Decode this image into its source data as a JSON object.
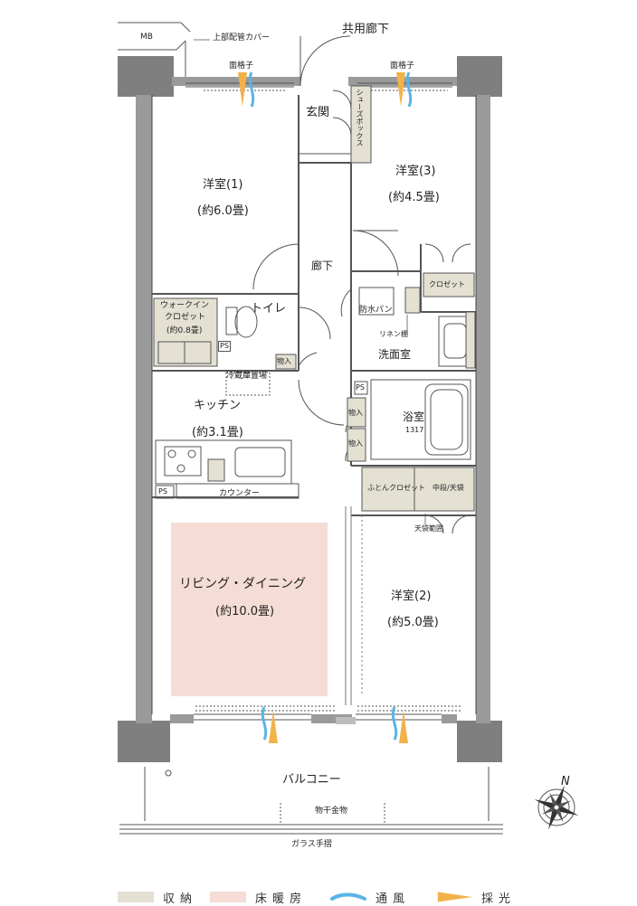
{
  "labels": {
    "mb": "MB",
    "pipe_cover": "上部配管カバー",
    "common_corridor": "共用廊下",
    "grille_left": "面格子",
    "grille_right": "面格子",
    "entrance": "玄関",
    "shoe_box": "シューズボックス",
    "room1_name": "洋室(1)",
    "room1_size": "(約6.0畳)",
    "room3_name": "洋室(3)",
    "room3_size": "(約4.5畳)",
    "hallway": "廊下",
    "closet": "クロゼット",
    "wic_name_1": "ウォークイン",
    "wic_name_2": "クロゼット",
    "wic_size": "(約0.8畳)",
    "ps_wic": "PS",
    "toilet": "トイレ",
    "waterproof_pan": "防水パン",
    "linen": "リネン棚",
    "washroom": "洗面室",
    "storage_a": "物入",
    "fridge": "冷蔵庫置場",
    "ps_bath": "PS",
    "bath": "浴室",
    "bath_size": "1317",
    "storage_b": "物入",
    "storage_c": "物入",
    "kitchen_name": "キッチン",
    "kitchen_size": "(約3.1畳)",
    "futon_closet": "ふとんクロゼット",
    "futon_shelf": "中段/天袋",
    "ps_kitchen": "PS",
    "counter": "カウンター",
    "tenbukuro": "天袋範囲",
    "living_name": "リビング・ダイニング",
    "living_size": "(約10.0畳)",
    "room2_name": "洋室(2)",
    "room2_size": "(約5.0畳)",
    "balcony": "バルコニー",
    "clothes_pole": "物干金物",
    "glass_rail": "ガラス手摺",
    "north": "N"
  },
  "legend": [
    {
      "label": "収納",
      "color": "#e4e1d3"
    },
    {
      "label": "床暖房",
      "color": "#f5dcd4"
    },
    {
      "label": "通風",
      "color": "#5ab4e6"
    },
    {
      "label": "採光",
      "color": "#f2b24a"
    }
  ],
  "colors": {
    "wall": "#9a9a9a",
    "column": "#7f7f7f",
    "storage": "#e4e1d3",
    "floor_heating": "#f5dcd4",
    "wind": "#5ab4e6",
    "light": "#f2b24a",
    "line": "#555555"
  }
}
